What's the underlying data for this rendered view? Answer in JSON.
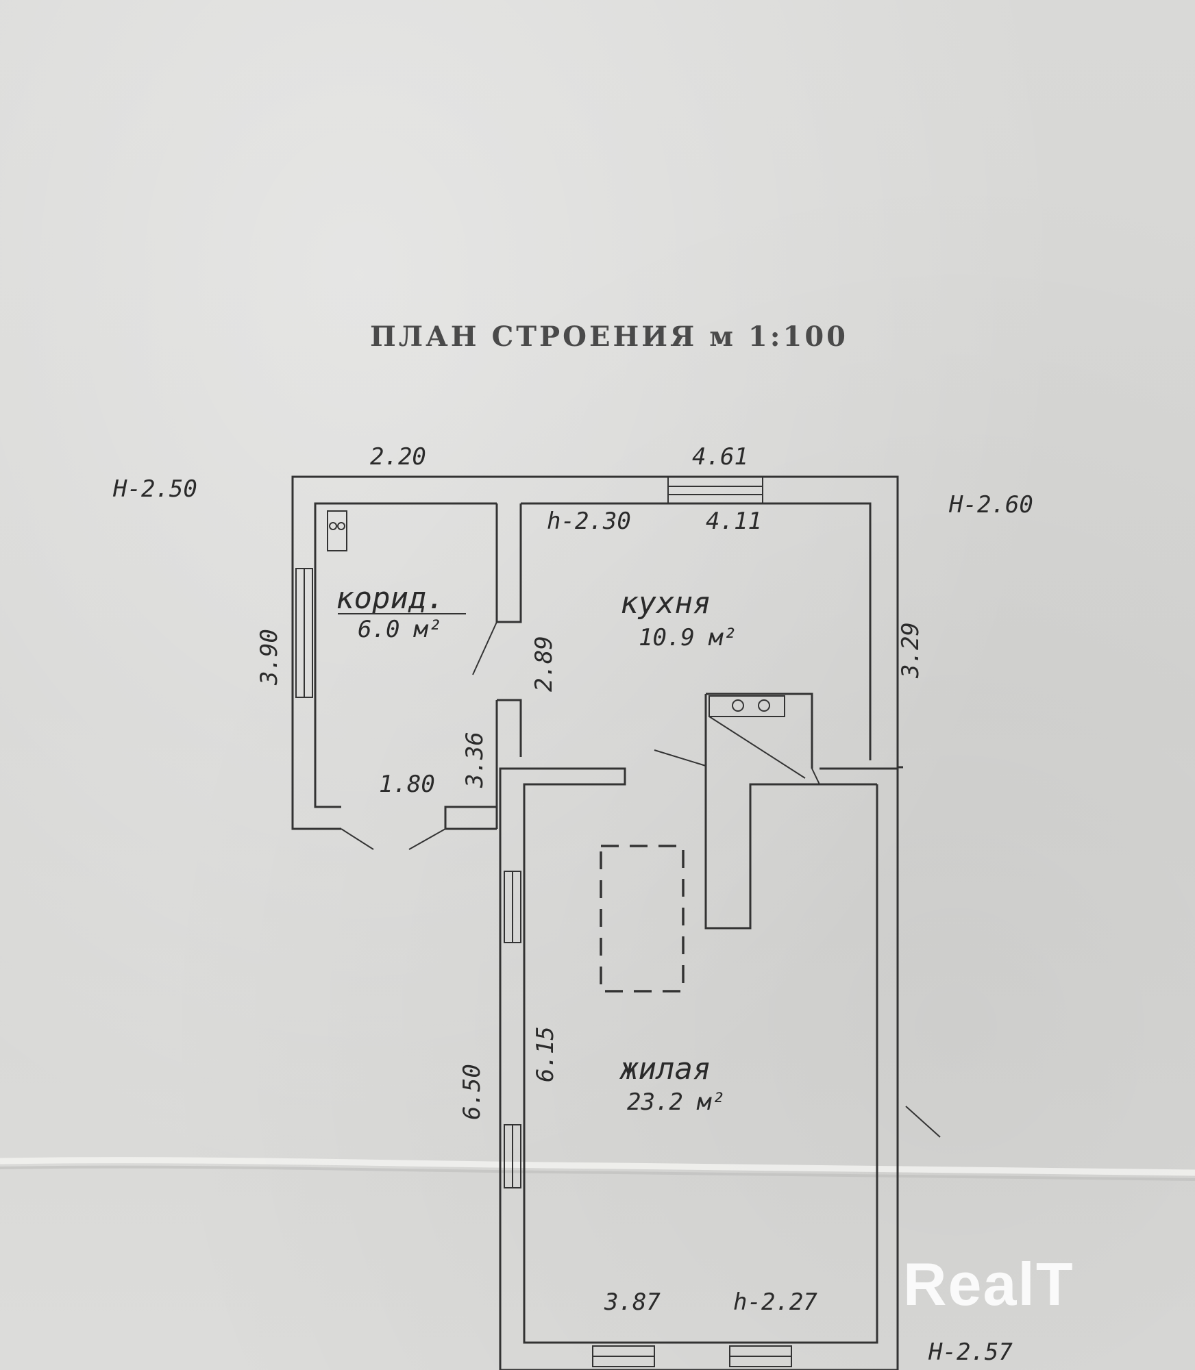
{
  "title": "ПЛАН СТРОЕНИЯ м 1:100",
  "heights": {
    "top_left": "Н-2.50",
    "top_right": "Н-2.60",
    "bottom_right": "Н-2.57"
  },
  "rooms": {
    "corridor": {
      "name": "корид.",
      "area": "6.0 м²"
    },
    "kitchen": {
      "name": "кухня",
      "area": "10.9 м²"
    },
    "living": {
      "name": "жилая",
      "area": "23.2 м²"
    }
  },
  "dimensions": {
    "top_corridor_width": "2.20",
    "top_kitchen_width": "4.61",
    "kitchen_ceiling": "h-2.30",
    "kitchen_inner_width": "4.11",
    "corridor_left": "3.90",
    "kitchen_inner_height": "2.89",
    "kitchen_right": "3.29",
    "partition": "3.36",
    "corridor_bottom": "1.80",
    "living_outer_left": "6.50",
    "living_inner_left": "6.15",
    "living_inner_width": "3.87",
    "living_ceiling": "h-2.27"
  },
  "watermark": "RealT"
}
